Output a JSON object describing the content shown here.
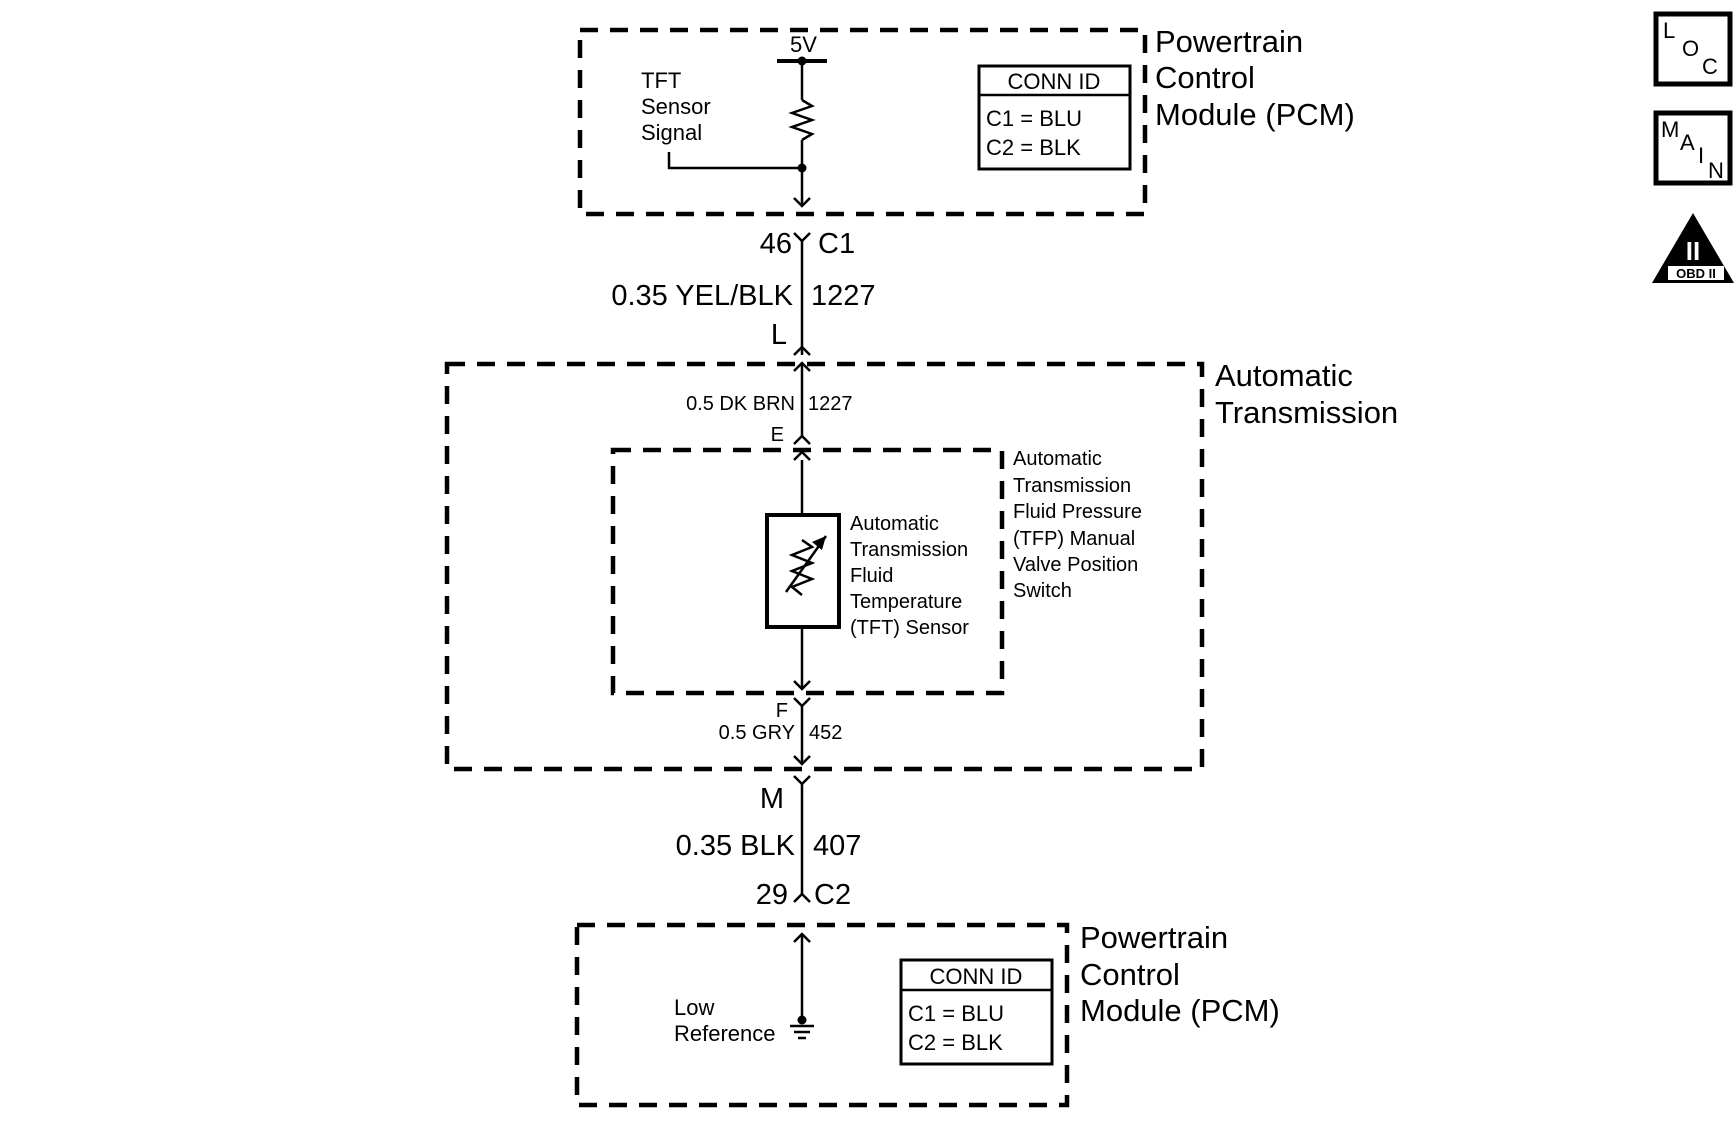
{
  "pcm_top": {
    "title_lines": [
      "Powertrain",
      "Control",
      "Module (PCM)"
    ],
    "supply": "5V",
    "signal_lines": [
      "TFT",
      "Sensor",
      "Signal"
    ],
    "conn_id": {
      "header": "CONN ID",
      "rows": [
        "C1 = BLU",
        "C2 = BLK"
      ]
    }
  },
  "connector_c1": {
    "pin": "46",
    "id": "C1"
  },
  "wire_1227_outer": {
    "size_color": "0.35 YEL/BLK",
    "circuit": "1227"
  },
  "inline_l": "L",
  "auto_trans": {
    "title_lines": [
      "Automatic",
      "Transmission"
    ],
    "wire_1227_inner": {
      "size_color": "0.5 DK BRN",
      "circuit": "1227"
    },
    "pin_e": "E",
    "tfp_switch_lines": [
      "Automatic",
      "Transmission",
      "Fluid Pressure",
      "(TFP) Manual",
      "Valve Position",
      "Switch"
    ],
    "tft_sensor_lines": [
      "Automatic",
      "Transmission",
      "Fluid",
      "Temperature",
      "(TFT) Sensor"
    ],
    "pin_f": "F",
    "wire_452": {
      "size_color": "0.5 GRY",
      "circuit": "452"
    }
  },
  "inline_m": "M",
  "wire_407": {
    "size_color": "0.35 BLK",
    "circuit": "407"
  },
  "connector_c2": {
    "pin": "29",
    "id": "C2"
  },
  "pcm_bottom": {
    "title_lines": [
      "Powertrain",
      "Control",
      "Module (PCM)"
    ],
    "low_ref_lines": [
      "Low",
      "Reference"
    ],
    "conn_id": {
      "header": "CONN ID",
      "rows": [
        "C1 = BLU",
        "C2 = BLK"
      ]
    }
  },
  "side_icons": {
    "loc": [
      "L",
      "O",
      "C"
    ],
    "main": [
      "M",
      "A",
      "I",
      "N"
    ],
    "obd": {
      "numeral": "II",
      "caption": "OBD II"
    }
  }
}
